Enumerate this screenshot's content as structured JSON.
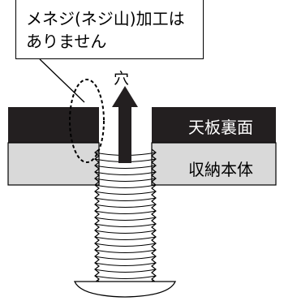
{
  "callout": {
    "text": "メネジ(ネジ山)加工は\nありません"
  },
  "labels": {
    "hole": "穴",
    "top_plate_back": "天板裏面",
    "storage_body": "収納本体"
  },
  "colors": {
    "top_plate": "#231f20",
    "body": "#d9d9d9",
    "outline": "#000000",
    "arrow": "#231f20"
  }
}
